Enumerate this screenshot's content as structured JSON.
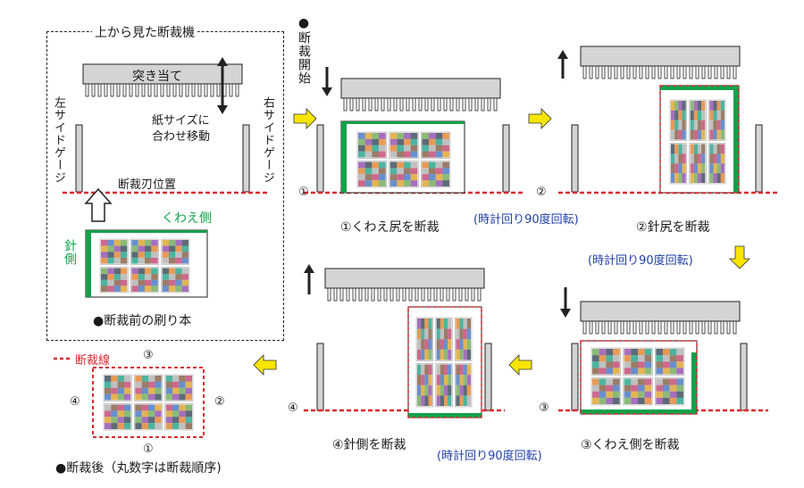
{
  "colors": {
    "red": "#d8292f",
    "green": "#12a14a",
    "blue": "#1f3fa8",
    "yellow": "#f7e500",
    "gray": "#d4d4d4"
  },
  "overview": {
    "title": "上から見た断裁機",
    "stopper": "突き当て",
    "move_note_1": "紙サイズに",
    "move_note_2": "合わせ移動",
    "left_gauge": "左サイドゲージ",
    "right_gauge": "右サイドゲージ",
    "blade_position": "断裁刃位置",
    "gripper_side": "くわえ側",
    "needle_side": "針側",
    "caption": "●断裁前の刷り本"
  },
  "start_label": "●断裁開始",
  "steps": [
    {
      "num": "①",
      "caption": "①くわえ尻を断裁"
    },
    {
      "num": "②",
      "caption": "②針尻を断裁"
    },
    {
      "num": "③",
      "caption": "③くわえ側を断裁"
    },
    {
      "num": "④",
      "caption": "④針側を断裁"
    }
  ],
  "rotate_labels": [
    "(時計回り90度回転)",
    "(時計回り90度回転)",
    "(時計回り90度回転)"
  ],
  "after": {
    "legend": "断裁線",
    "n1": "①",
    "n2": "②",
    "n3": "③",
    "n4": "④",
    "caption": "●断裁後（丸数字は断裁順序)"
  }
}
